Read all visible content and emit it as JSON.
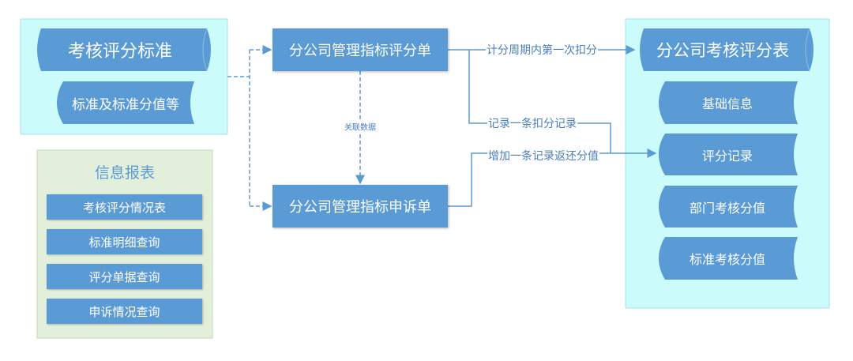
{
  "left_group": {
    "title": "考核评分标准",
    "subtitle": "标准及标准分值等"
  },
  "report_group": {
    "title": "信息报表",
    "items": [
      "考核评分情况表",
      "标准明细查询",
      "评分单据查询",
      "申诉情况查询"
    ]
  },
  "middle": {
    "score_form": "分公司管理指标评分单",
    "appeal_form": "分公司管理指标申诉单",
    "link_label": "关联数据"
  },
  "edges": {
    "first_deduct": "计分周期内第一次扣分",
    "record_deduct": "记录一条扣分记录",
    "return_score": "增加一条记录返还分值"
  },
  "right_group": {
    "title": "分公司考核评分表",
    "items": [
      "基础信息",
      "评分记录",
      "部门考核分值",
      "标准考核分值"
    ]
  },
  "colors": {
    "shape": "#5b9bd5",
    "cyan_bg": "#ccfbfb",
    "green_bg": "#e2efda",
    "line": "#5b9bd5"
  }
}
